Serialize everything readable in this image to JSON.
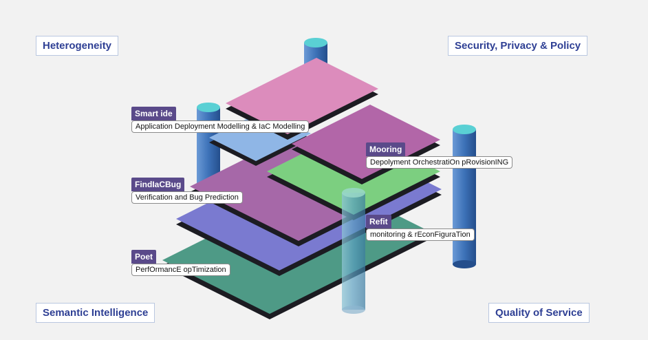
{
  "corners": {
    "heterogeneity": "Heterogeneity",
    "security": "Security, Privacy & Policy",
    "semantic": "Semantic Intelligence",
    "quality": "Quality of Service"
  },
  "tools": {
    "smart_ide": {
      "name": "Smart ide",
      "desc": "Application Deployment Modelling & IaC Modelling"
    },
    "mooring": {
      "name": "Mooring",
      "desc": "Depolyment OrchestratiOn pRovisionING"
    },
    "findiacbug": {
      "name": "FindIaCBug",
      "desc": "Verification and Bug Prediction"
    },
    "refit": {
      "name": "Refit",
      "desc": "monitoring & rEconFiguraTion"
    },
    "poet": {
      "name": "Poet",
      "desc": "PerfOrmancE opTimization"
    }
  },
  "colors": {
    "layer_bottom": "#4e9a86",
    "layer_blue": "#7a7ad0",
    "layer_magenta": "#a668a8",
    "layer_green": "#7ccf80",
    "layer_lightblue": "#8fb6e6",
    "layer_top_pink": "#dc8cbc",
    "layer_top_magenta": "#b266a8",
    "pillar": "#3d72b8",
    "pillar_cap": "#5ad0d4",
    "tag_bg": "#5a4a8a",
    "corner_text": "#2e3f94"
  }
}
